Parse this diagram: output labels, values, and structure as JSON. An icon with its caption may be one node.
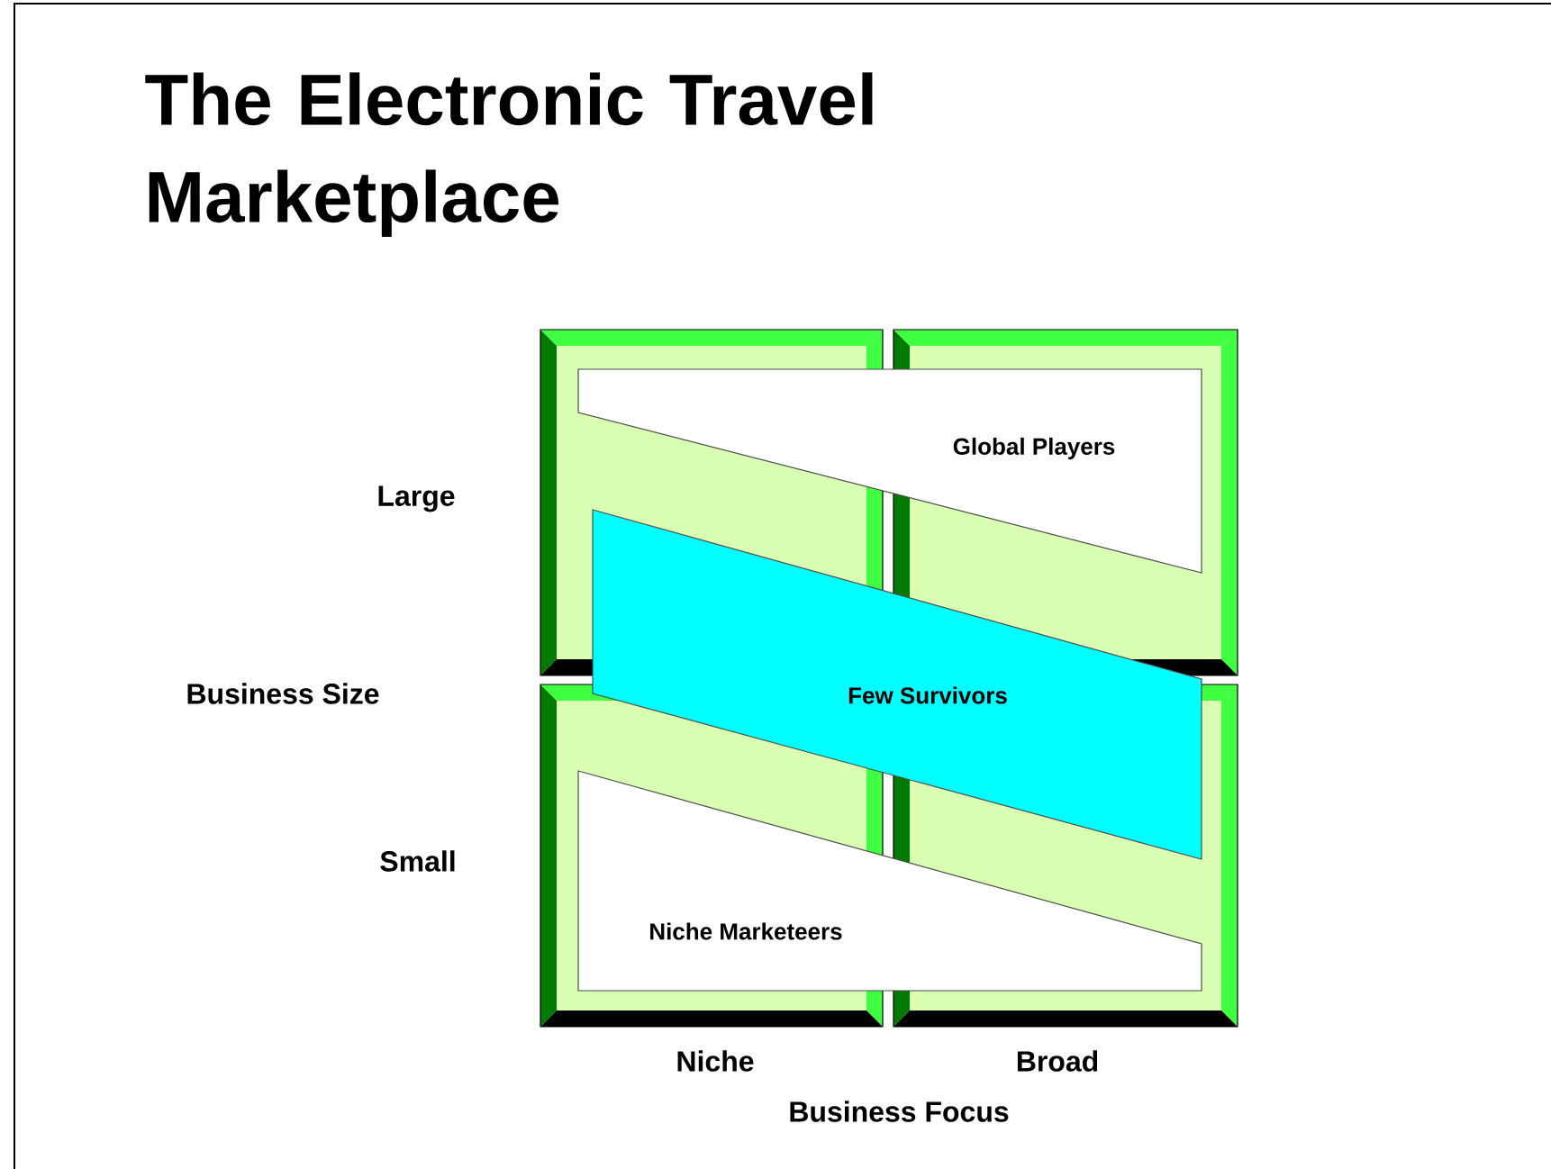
{
  "diagram": {
    "title": "The Electronic Travel Marketplace",
    "nodes": [
      {
        "text": [
          "Global Players"
        ]
      },
      {
        "text": [
          "Few Survivors"
        ]
      },
      {
        "text": [
          "Niche Marketeers"
        ]
      }
    ],
    "labels": [
      "Large",
      "Business Size",
      "Small",
      "Niche",
      "Broad",
      "Business Focus"
    ]
  }
}
